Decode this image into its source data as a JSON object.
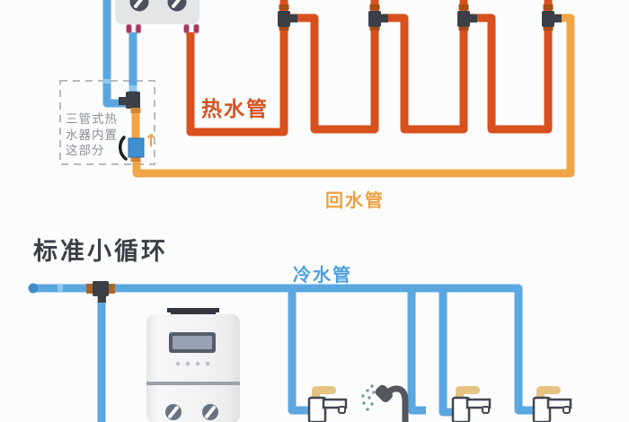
{
  "page": {
    "background": "#fcfcfd"
  },
  "colors": {
    "hot_pipe": "#d8501d",
    "return_pipe": "#f0a545",
    "cold_pipe": "#5ba7e0",
    "fitting_dark": "#3a4046",
    "collar_copper": "#a84d16",
    "collar_yellow": "#cf8434",
    "valve_blue": "#3f8fd0",
    "label_hot": "#d5511f",
    "label_return": "#efa040",
    "label_cold": "#4aa0dc",
    "heading_dark": "#3a3f46",
    "faucet_handle_tan": "#e6c383",
    "shower_gray": "#53575d"
  },
  "top_diagram": {
    "hot_pipe_label": "热水管",
    "return_pipe_label": "回水管",
    "note_box": {
      "line1": "三管式热",
      "line2": "水器内置",
      "line3": "这部分"
    }
  },
  "bottom_diagram": {
    "title": "标准小循环",
    "cold_pipe_label": "冷水管"
  },
  "icons": {
    "flow_arrow": "↑"
  }
}
